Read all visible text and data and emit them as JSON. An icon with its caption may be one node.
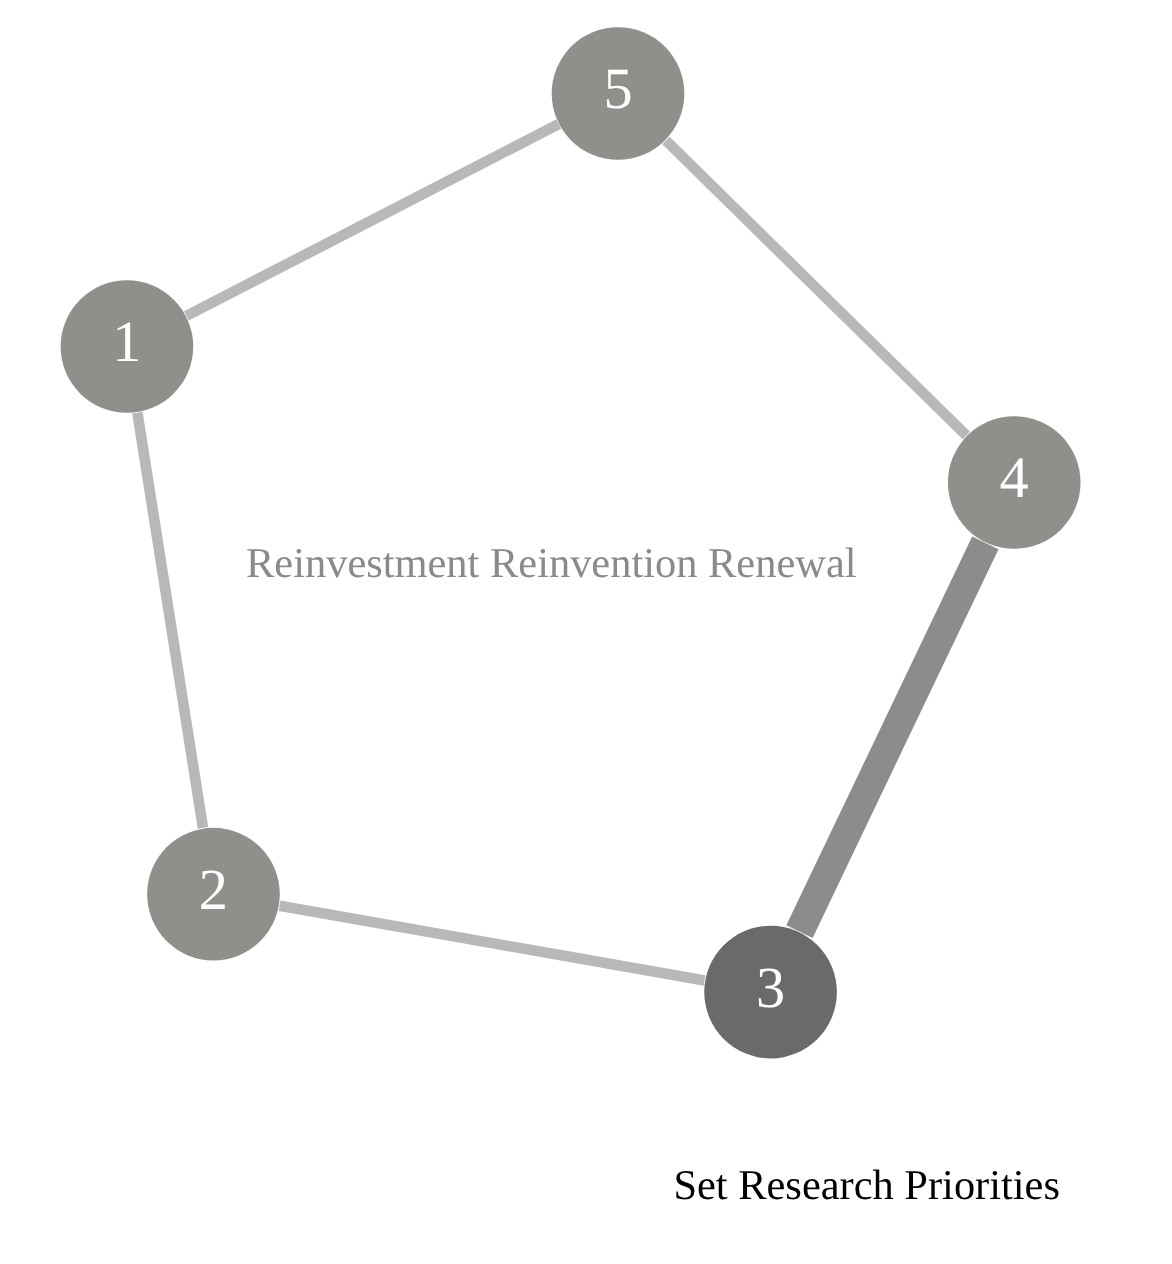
{
  "diagram": {
    "nodes": [
      {
        "text": [
          "1"
        ]
      },
      {
        "text": [
          "2"
        ]
      },
      {
        "text": [
          "3"
        ],
        "beside": [
          "Set Research Priorities"
        ]
      },
      {
        "text": [
          "4"
        ]
      },
      {
        "text": [
          "5"
        ]
      }
    ],
    "edges": [
      {
        "from": 0,
        "to": 1,
        "arrow": "none"
      },
      {
        "from": 1,
        "to": 2,
        "arrow": "none"
      },
      {
        "from": 2,
        "to": 3,
        "arrow": "none",
        "color": "#8c8c8c",
        "style": "thick"
      },
      {
        "from": 3,
        "to": 4,
        "arrow": "none"
      },
      {
        "from": 4,
        "to": 0,
        "arrow": "none"
      }
    ],
    "labels": [
      "Reinvestment Reinvention Renewal"
    ]
  }
}
